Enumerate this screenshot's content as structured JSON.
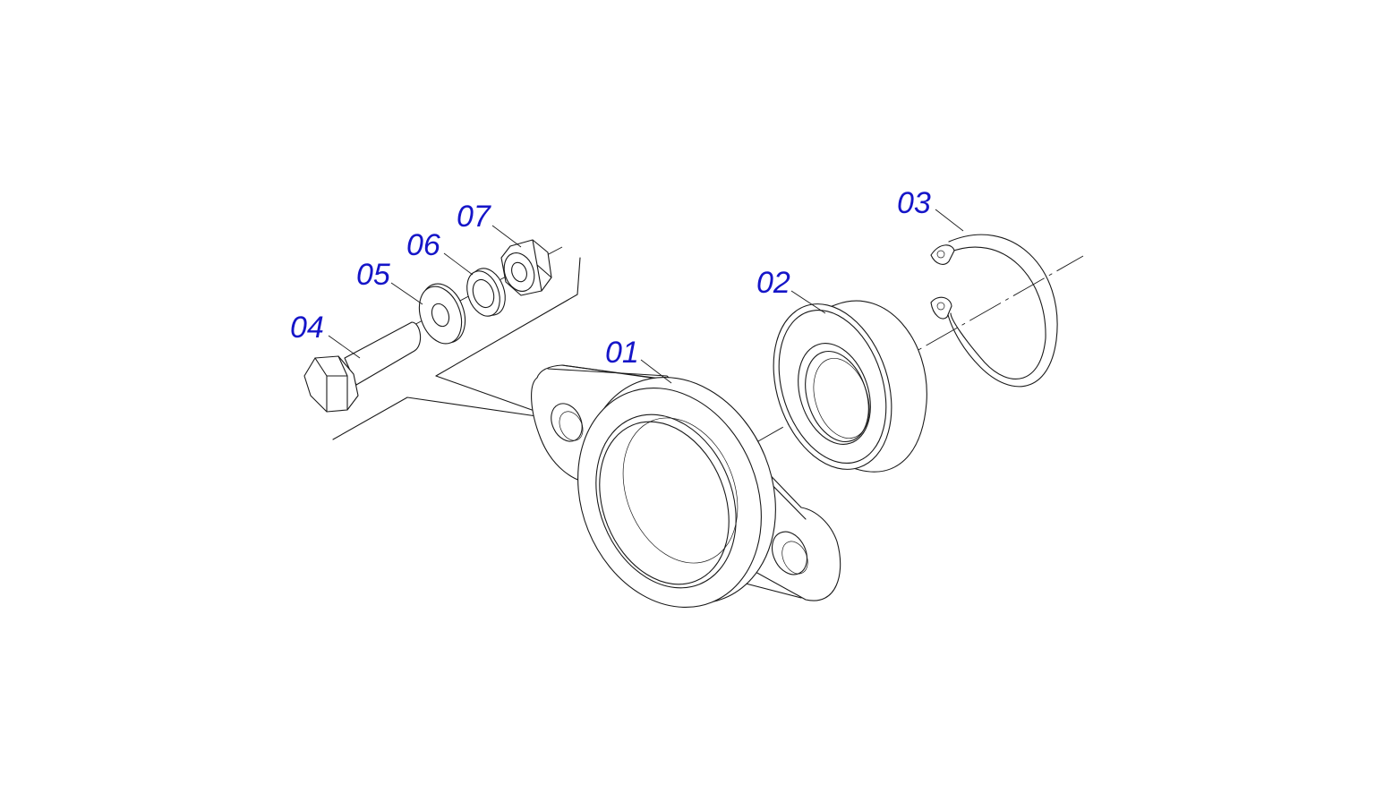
{
  "diagram": {
    "callout_color": "#1515c8",
    "line_color": "#1a1a1a",
    "background": "#ffffff",
    "parts": [
      {
        "id": "flange-housing",
        "label": "01",
        "icon": "flange-bearing-housing"
      },
      {
        "id": "ball-bearing",
        "label": "02",
        "icon": "ball-bearing"
      },
      {
        "id": "retaining-ring",
        "label": "03",
        "icon": "circlip"
      },
      {
        "id": "hex-bolt",
        "label": "04",
        "icon": "hex-bolt"
      },
      {
        "id": "flat-washer",
        "label": "05",
        "icon": "washer"
      },
      {
        "id": "lock-washer",
        "label": "06",
        "icon": "lock-washer"
      },
      {
        "id": "hex-nut",
        "label": "07",
        "icon": "hex-nut"
      }
    ]
  }
}
